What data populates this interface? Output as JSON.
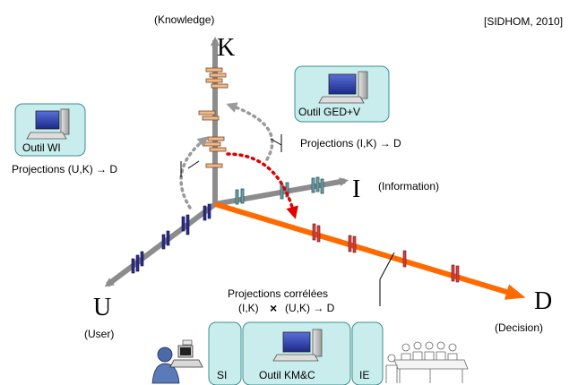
{
  "citation": "[SIDHOM, 2010]",
  "axes": {
    "k": {
      "letter": "K",
      "label": "(Knowledge)"
    },
    "i": {
      "letter": "I",
      "label": "(Information)"
    },
    "u": {
      "letter": "U",
      "label": "(User)"
    },
    "d": {
      "letter": "D",
      "label": "(Decision)"
    }
  },
  "tools": {
    "wi": "Outil WI",
    "ged": "Outil GED+V",
    "km": "Outil KM&C",
    "si": "SI",
    "ie": "IE"
  },
  "projections": {
    "ik": "Projections (I,K) → D",
    "uk": "Projections (U,K) → D",
    "correlated_line1": "Projections corrélées",
    "correlated_line2_left": "(I,K)",
    "correlated_times": "×",
    "correlated_line2_right": "(U,K) → D"
  },
  "colors": {
    "axis_gray": "#8c8c8c",
    "decision_orange": "#ff6a00",
    "box_fill": "#c9ecec",
    "box_stroke": "#3a8f8f",
    "knowledge_marker": "#f0b98a",
    "information_marker": "#6aa0a8",
    "user_marker": "#2c2c8c",
    "decision_marker": "#d84040",
    "red_dotted": "#e00000",
    "gray_dotted": "#9a9a9a"
  }
}
